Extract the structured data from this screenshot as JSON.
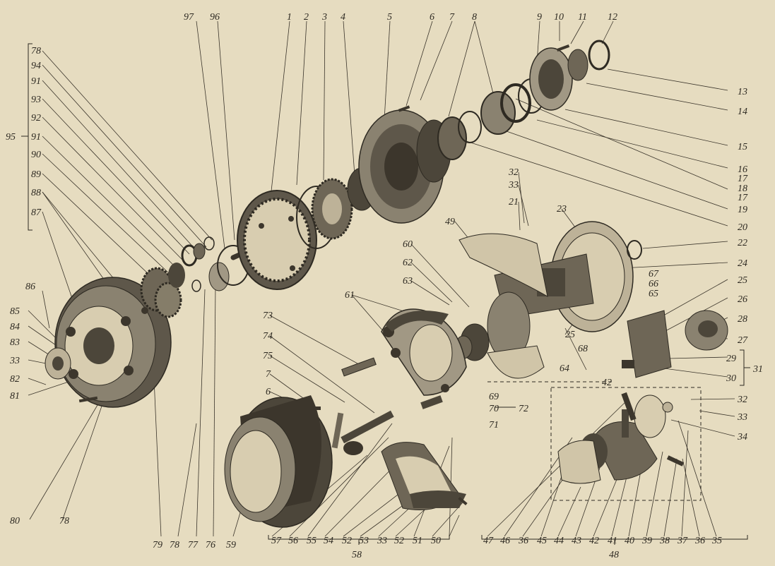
{
  "callouts": {
    "n1": "1",
    "n2": "2",
    "n3": "3",
    "n4": "4",
    "n5": "5",
    "n6": "6",
    "n7": "7",
    "n8": "8",
    "n9": "9",
    "n10": "10",
    "n11": "11",
    "n12": "12",
    "n13": "13",
    "n14": "14",
    "n15": "15",
    "n16": "16",
    "n17": "17",
    "n18": "18",
    "n19": "19",
    "n20": "20",
    "n21": "21",
    "n22": "22",
    "n23": "23",
    "n24": "24",
    "n25": "25",
    "n26": "26",
    "n27": "27",
    "n28": "28",
    "n29": "29",
    "n30": "30",
    "n31": "31",
    "n32": "32",
    "n33": "33",
    "n34": "34",
    "n35": "35",
    "n36": "36",
    "n37": "37",
    "n38": "38",
    "n39": "39",
    "n40": "40",
    "n41": "41",
    "n42": "42",
    "n43": "43",
    "n44": "44",
    "n45": "45",
    "n46": "46",
    "n47": "47",
    "n48": "48",
    "n49": "49",
    "n50": "50",
    "n51": "51",
    "n52": "52",
    "n53": "53",
    "n54": "54",
    "n55": "55",
    "n56": "56",
    "n57": "57",
    "n58": "58",
    "n59": "59",
    "n60": "60",
    "n61": "61",
    "n62": "62",
    "n63": "63",
    "n64": "64",
    "n65": "65",
    "n66": "66",
    "n67": "67",
    "n68": "68",
    "n69": "69",
    "n70": "70",
    "n71": "71",
    "n72": "72",
    "n73": "73",
    "n74": "74",
    "n75": "75",
    "n76": "76",
    "n77": "77",
    "n78": "78",
    "n79": "79",
    "n80": "80",
    "n81": "81",
    "n82": "82",
    "n83": "83",
    "n84": "84",
    "n85": "85",
    "n86": "86",
    "n87": "87",
    "n88": "88",
    "n89": "89",
    "n90": "90",
    "n91": "91",
    "n92": "92",
    "n93": "93",
    "n94": "94",
    "n95": "95",
    "n96": "96",
    "n97": "97"
  },
  "colors": {
    "paper": "#e6dcc0",
    "ink": "#2e2a22",
    "shade": "#6e6656",
    "dark": "#3c362c"
  }
}
